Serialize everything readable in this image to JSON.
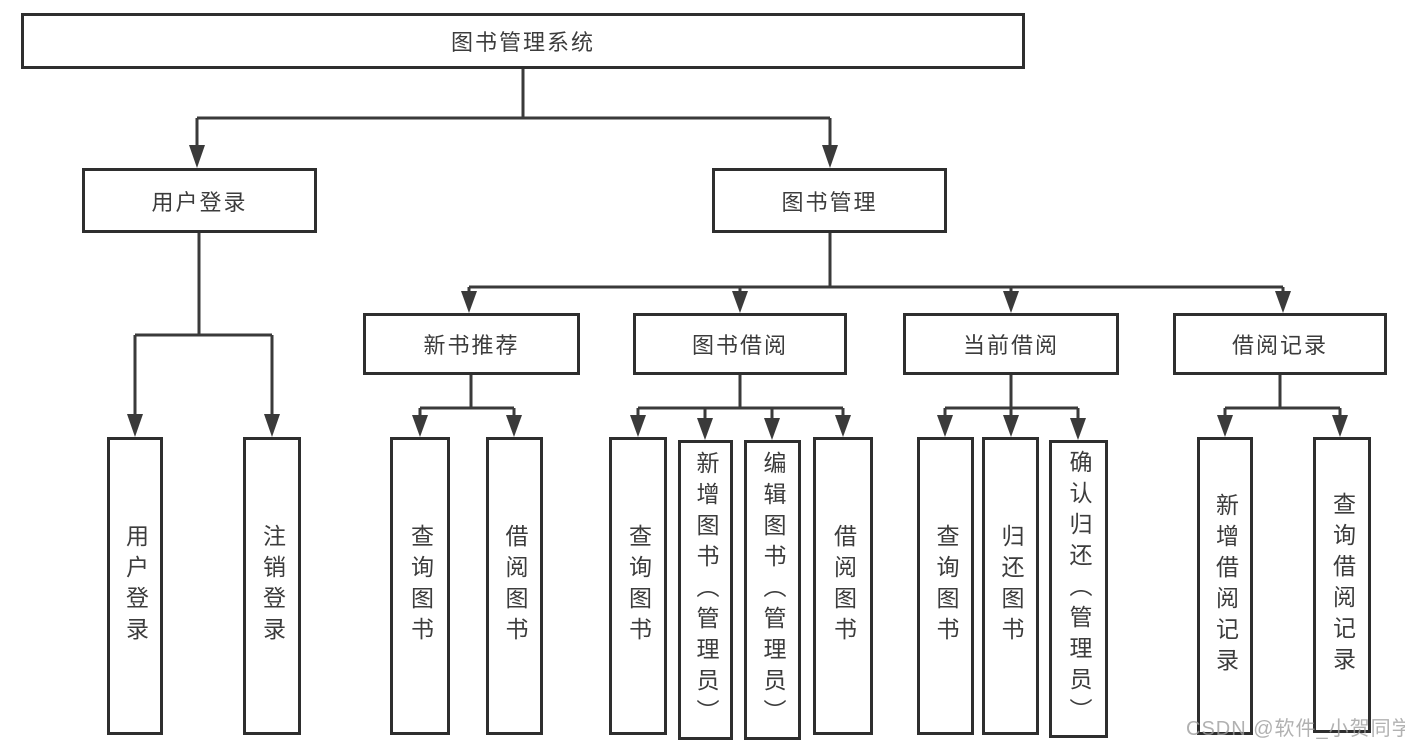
{
  "diagram_title": "图书管理系统",
  "colors": {
    "background": "#ffffff",
    "box_border": "#2e2e2e",
    "connector_line": "#3a3a3a",
    "label_text": "#3c3c3c",
    "watermark_text": "#9e9e9e"
  },
  "tree": {
    "root": {
      "label": "图书管理系统"
    },
    "branches": [
      {
        "label": "用户登录",
        "children": [
          {
            "label": "用户登录"
          },
          {
            "label": "注销登录"
          }
        ]
      },
      {
        "label": "图书管理",
        "children": [
          {
            "label": "新书推荐",
            "children": [
              {
                "label": "查询图书"
              },
              {
                "label": "借阅图书"
              }
            ]
          },
          {
            "label": "图书借阅",
            "children": [
              {
                "label": "查询图书"
              },
              {
                "label": "新增图书（管理员）"
              },
              {
                "label": "编辑图书（管理员）"
              },
              {
                "label": "借阅图书"
              }
            ]
          },
          {
            "label": "当前借阅",
            "children": [
              {
                "label": "查询图书"
              },
              {
                "label": "归还图书"
              },
              {
                "label": "确认归还（管理员）"
              }
            ]
          },
          {
            "label": "借阅记录",
            "children": [
              {
                "label": "新增借阅记录"
              },
              {
                "label": "查询借阅记录"
              }
            ]
          }
        ]
      }
    ]
  },
  "watermark": {
    "text": "CSDN @软件_小贺同学"
  }
}
